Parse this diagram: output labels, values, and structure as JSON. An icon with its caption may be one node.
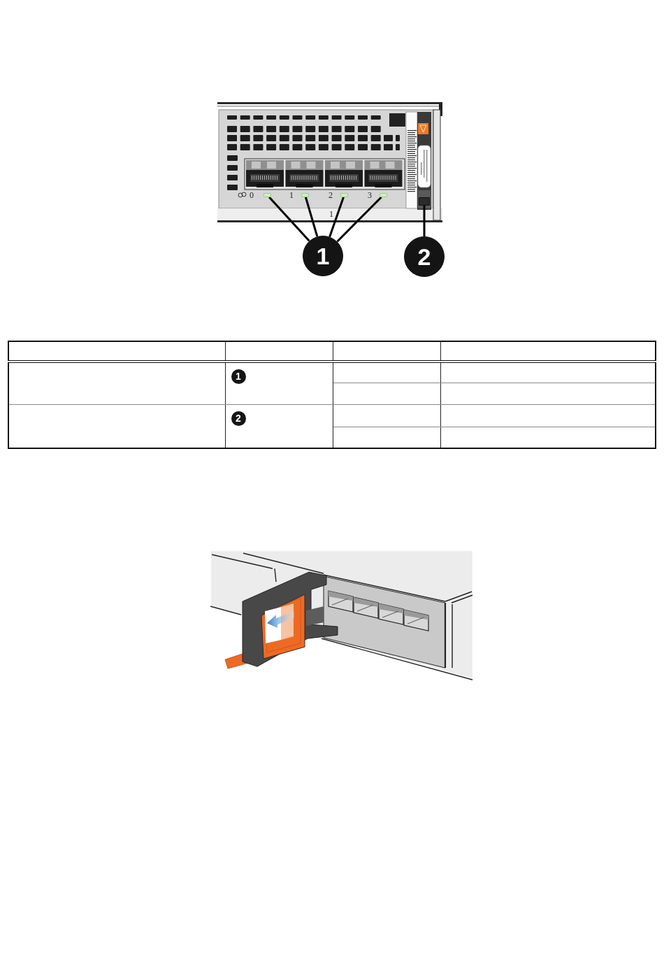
{
  "diagram": {
    "nodes": [
      {
        "text": [],
        "shape": "box"
      },
      {
        "text": [],
        "shape": "box"
      },
      {
        "text": [],
        "shape": "box"
      },
      {
        "text": [],
        "shape": "box"
      },
      {
        "text": [],
        "shape": "box"
      },
      {
        "text": [
          "1"
        ]
      },
      {
        "text": [
          "2"
        ]
      }
    ],
    "edges": [
      {
        "from": 5,
        "to": 0,
        "arrow": "none"
      },
      {
        "from": 5,
        "to": 1,
        "arrow": "none"
      },
      {
        "from": 5,
        "to": 2,
        "arrow": "none"
      },
      {
        "from": 5,
        "to": 3,
        "arrow": "none"
      },
      {
        "from": 6,
        "to": 4,
        "arrow": "none"
      }
    ],
    "labels": [
      "0",
      "1",
      "2",
      "3",
      "1",
      "1",
      "2"
    ]
  }
}
